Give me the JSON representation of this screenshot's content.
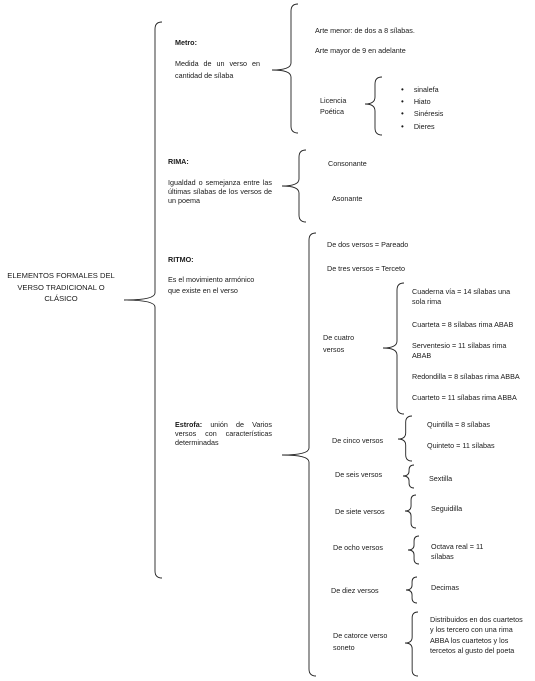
{
  "root": "ELEMENTOS FORMALES DEL VERSO TRADICIONAL O CLÁSICO",
  "metro": {
    "title": "Metro:",
    "desc": "Medida de un verso en cantidad de sílaba",
    "arte_menor": "Arte menor: de dos a 8 sílabas.",
    "arte_mayor": "Arte mayor de 9 en adelante",
    "licencia": "Licencia Poética",
    "licencias": [
      "sinalefa",
      "Hiato",
      "Sinéresis",
      "Dieres"
    ]
  },
  "rima": {
    "title": "RIMA:",
    "desc": "Igualdad o semejanza entre las últimas sílabas de los versos de un poema",
    "consonante": "Consonante",
    "asonante": "Asonante"
  },
  "ritmo": {
    "title": "RITMO:",
    "desc": "Es el movimiento armónico que existe en el verso"
  },
  "estrofa": {
    "title": "Estrofa:",
    "desc": "unión de Varios versos con características determinadas",
    "dos": "De dos versos = Pareado",
    "tres": "De tres versos = Terceto",
    "cuatro": {
      "label": "De cuatro versos",
      "items": [
        "Cuaderna vía = 14 sílabas una sola rima",
        "Cuarteta = 8 sílabas rima ABAB",
        "Serventesio = 11 sílabas rima ABAB",
        "Redondilla = 8 sílabas rima ABBA",
        "Cuarteto = 11 sílabas rima ABBA"
      ]
    },
    "cinco": {
      "label": "De cinco versos",
      "items": [
        "Quintilla = 8 sílabas",
        "Quinteto = 11 sílabas"
      ]
    },
    "seis": {
      "label": "De seis versos",
      "item": "Sextilla"
    },
    "siete": {
      "label": "De siete versos",
      "item": "Seguidilla"
    },
    "ocho": {
      "label": "De ocho versos",
      "item": "Octava real = 11 sílabas"
    },
    "diez": {
      "label": "De diez versos",
      "item": "Decimas"
    },
    "catorce": {
      "label": "De catorce verso soneto",
      "item": "Distribuidos en dos cuartetos y los tercero con una rima ABBA los cuartetos y los tercetos al gusto del poeta"
    }
  }
}
